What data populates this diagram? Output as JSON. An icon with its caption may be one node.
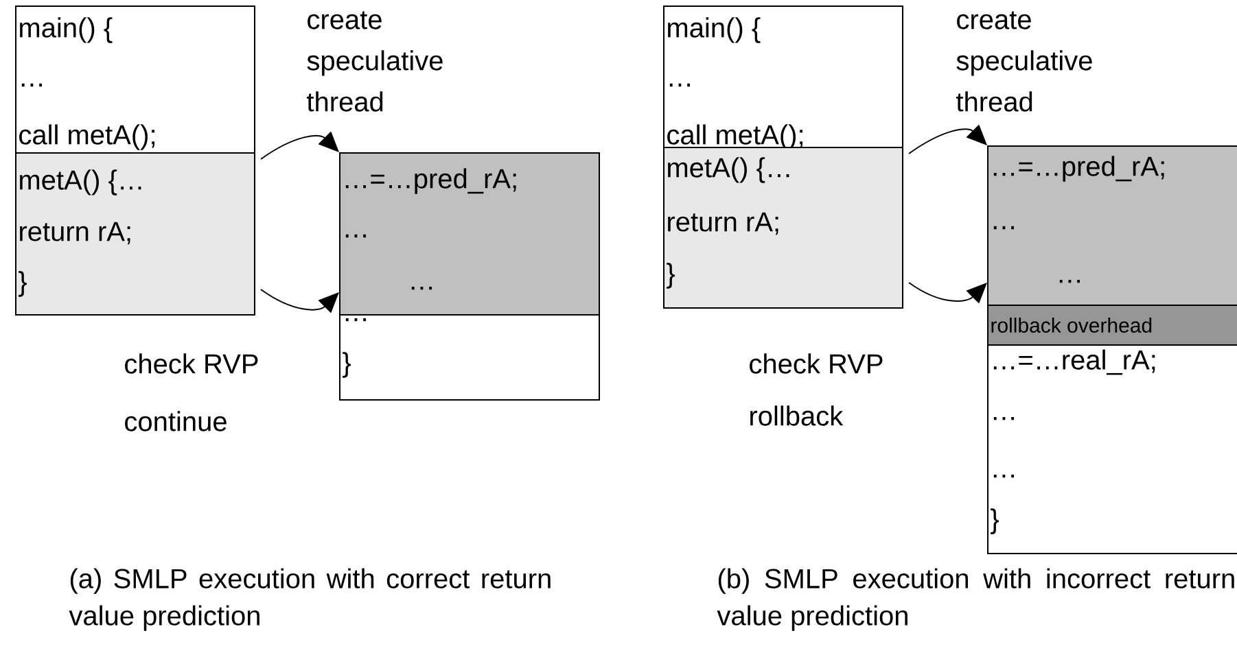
{
  "diagram": {
    "nodes": [
      {
        "text": [
          "main() {",
          "…",
          "call metA();"
        ]
      },
      {
        "text": [
          "metA() {…",
          "return rA;",
          "}"
        ]
      },
      {
        "text": [
          "…=…pred_rA;",
          "…",
          "…"
        ]
      },
      {
        "text": [
          "…",
          "}"
        ]
      },
      {
        "text": [
          "main() {",
          "…",
          "call metA();"
        ]
      },
      {
        "text": [
          "metA() {…",
          "return rA;",
          "}"
        ]
      },
      {
        "text": [
          "…=…pred_rA;",
          "…",
          "…"
        ]
      },
      {
        "text": [
          "rollback overhead"
        ]
      },
      {
        "text": [
          "…=…real_rA;",
          "…",
          "…",
          "}"
        ]
      }
    ],
    "edges": [
      {
        "from": 1,
        "to": 2,
        "arrow": "to",
        "label": "create speculative thread"
      },
      {
        "from": 1,
        "to": 2,
        "arrow": "to"
      },
      {
        "from": 5,
        "to": 6,
        "arrow": "to",
        "label": "create speculative thread"
      },
      {
        "from": 5,
        "to": 6,
        "arrow": "to"
      }
    ],
    "labels": [
      "check RVP",
      "continue",
      "check RVP",
      "rollback",
      "(a) SMLP execution with correct return value prediction",
      "(b) SMLP execution with incorrect return value prediction"
    ]
  }
}
